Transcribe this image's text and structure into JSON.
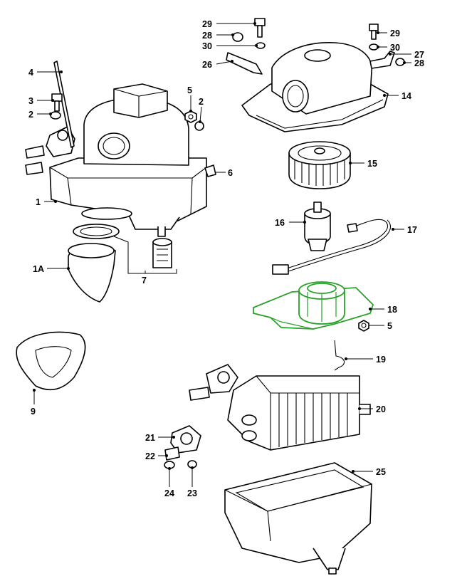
{
  "diagram": {
    "highlight_color": "#2aa12a",
    "line_color": "#000000",
    "background": "#ffffff",
    "highlighted_part": "18",
    "callouts": {
      "c1": "1",
      "c1a": "1A",
      "c2a": "2",
      "c2b": "2",
      "c3": "3",
      "c4": "4",
      "c5a": "5",
      "c5b": "5",
      "c6": "6",
      "c7": "7",
      "c9": "9",
      "c14": "14",
      "c15": "15",
      "c16": "16",
      "c17": "17",
      "c18": "18",
      "c19": "19",
      "c20": "20",
      "c21": "21",
      "c22": "22",
      "c23": "23",
      "c24": "24",
      "c25": "25",
      "c26": "26",
      "c27": "27",
      "c28a": "28",
      "c28b": "28",
      "c29a": "29",
      "c29b": "29",
      "c30a": "30",
      "c30b": "30"
    }
  }
}
